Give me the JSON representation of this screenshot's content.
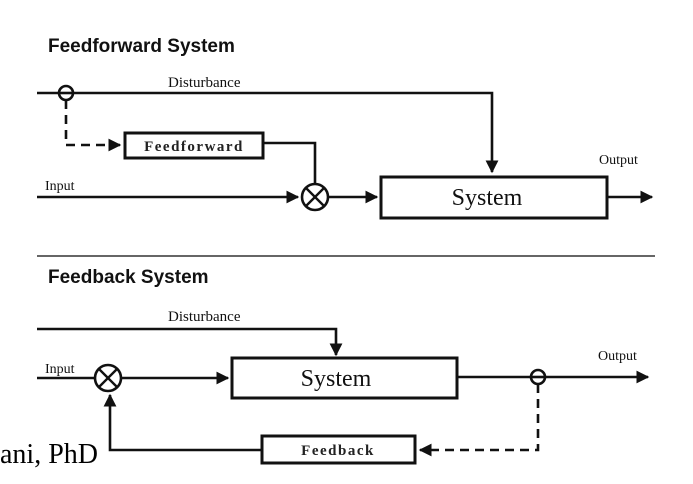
{
  "feedforward": {
    "title": "Feedforward System",
    "disturbance_label": "Disturbance",
    "input_label": "Input",
    "output_label": "Output",
    "controller_block": "Feedforward",
    "system_block": "System"
  },
  "feedback": {
    "title": "Feedback System",
    "disturbance_label": "Disturbance",
    "input_label": "Input",
    "output_label": "Output",
    "controller_block": "Feedback",
    "system_block": "System"
  },
  "footer": {
    "author_fragment": "ani, PhD"
  }
}
